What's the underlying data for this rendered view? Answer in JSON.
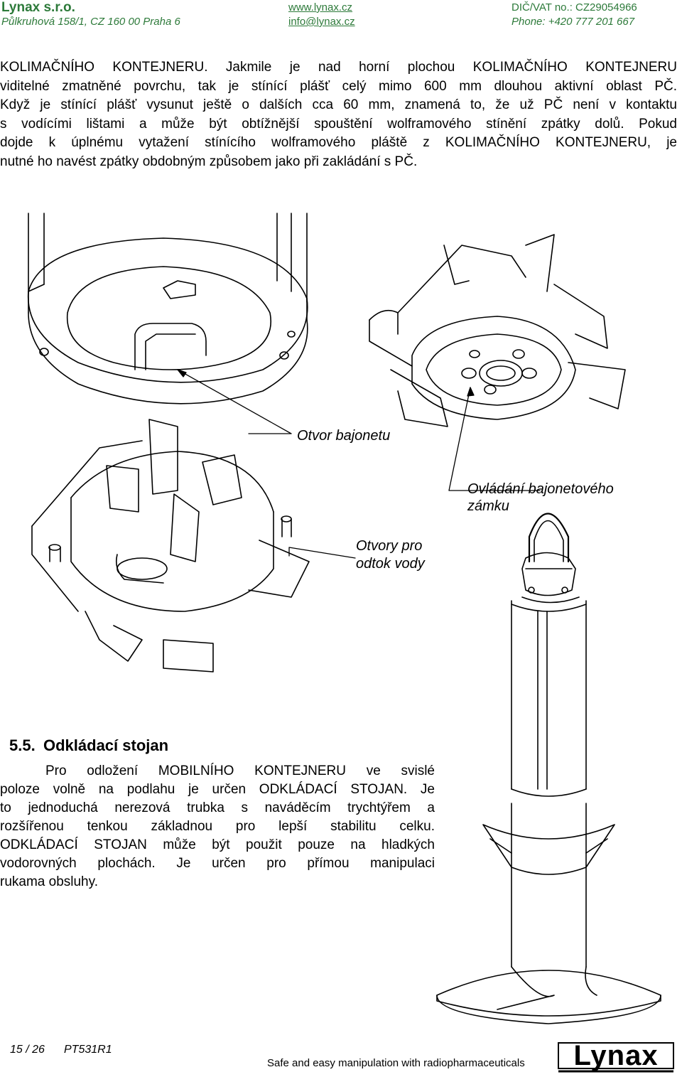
{
  "header": {
    "company": "Lynax s.r.o.",
    "address": "Půlkruhová 158/1, CZ 160 00 Praha 6",
    "web": "www.lynax.cz",
    "email": "info@lynax.cz",
    "vat": "DIČ/VAT no.: CZ29054966",
    "phone": "Phone: +420 777 201 667"
  },
  "paragraph_lines": [
    "KOLIMAČNÍHO KONTEJNERU. Jakmile je nad horní plochou KOLIMAČNÍHO KONTEJNERU",
    "viditelné zmatněné povrchu, tak je stínící plášť celý mimo 600 mm dlouhou aktivní oblast PČ.",
    "Když je stínící plášť vysunut ještě o dalších cca 60 mm, znamená to, že už PČ není v kontaktu",
    "s vodícími lištami a může být obtížnější spouštění wolframového stínění zpátky dolů. Pokud",
    "dojde k úplnému vytažení stínícího wolframového pláště z KOLIMAČNÍHO KONTEJNERU, je",
    "nutné ho navést zpátky obdobným způsobem jako při zakládání s PČ."
  ],
  "figure_labels": {
    "bayonet_hole": "Otvor bajonetu",
    "lock_control_line1": "Ovládání bajonetového",
    "lock_control_line2": "zámku",
    "drain_line1": "Otvory pro",
    "drain_line2": "odtok vody"
  },
  "section": {
    "number": "5.5.",
    "title": "Odkládací stojan",
    "lines": [
      "Pro odložení MOBILNÍHO KONTEJNERU ve svislé",
      "poloze volně na podlahu je určen ODKLÁDACÍ STOJAN. Je",
      "to jednoduchá nerezová trubka s naváděcím trychtýřem a",
      "rozšířenou tenkou základnou pro lepší stabilitu celku.",
      "ODKLÁDACÍ STOJAN může být použit pouze na hladkých",
      "vodorovných plochách. Je určen pro přímou manipulaci",
      "rukama obsluhy."
    ]
  },
  "footer": {
    "page": "15 / 26",
    "doc_code": "PT531R1",
    "slogan": "Safe and easy manipulation with radiopharmaceuticals",
    "logo_text": "Lynax"
  }
}
